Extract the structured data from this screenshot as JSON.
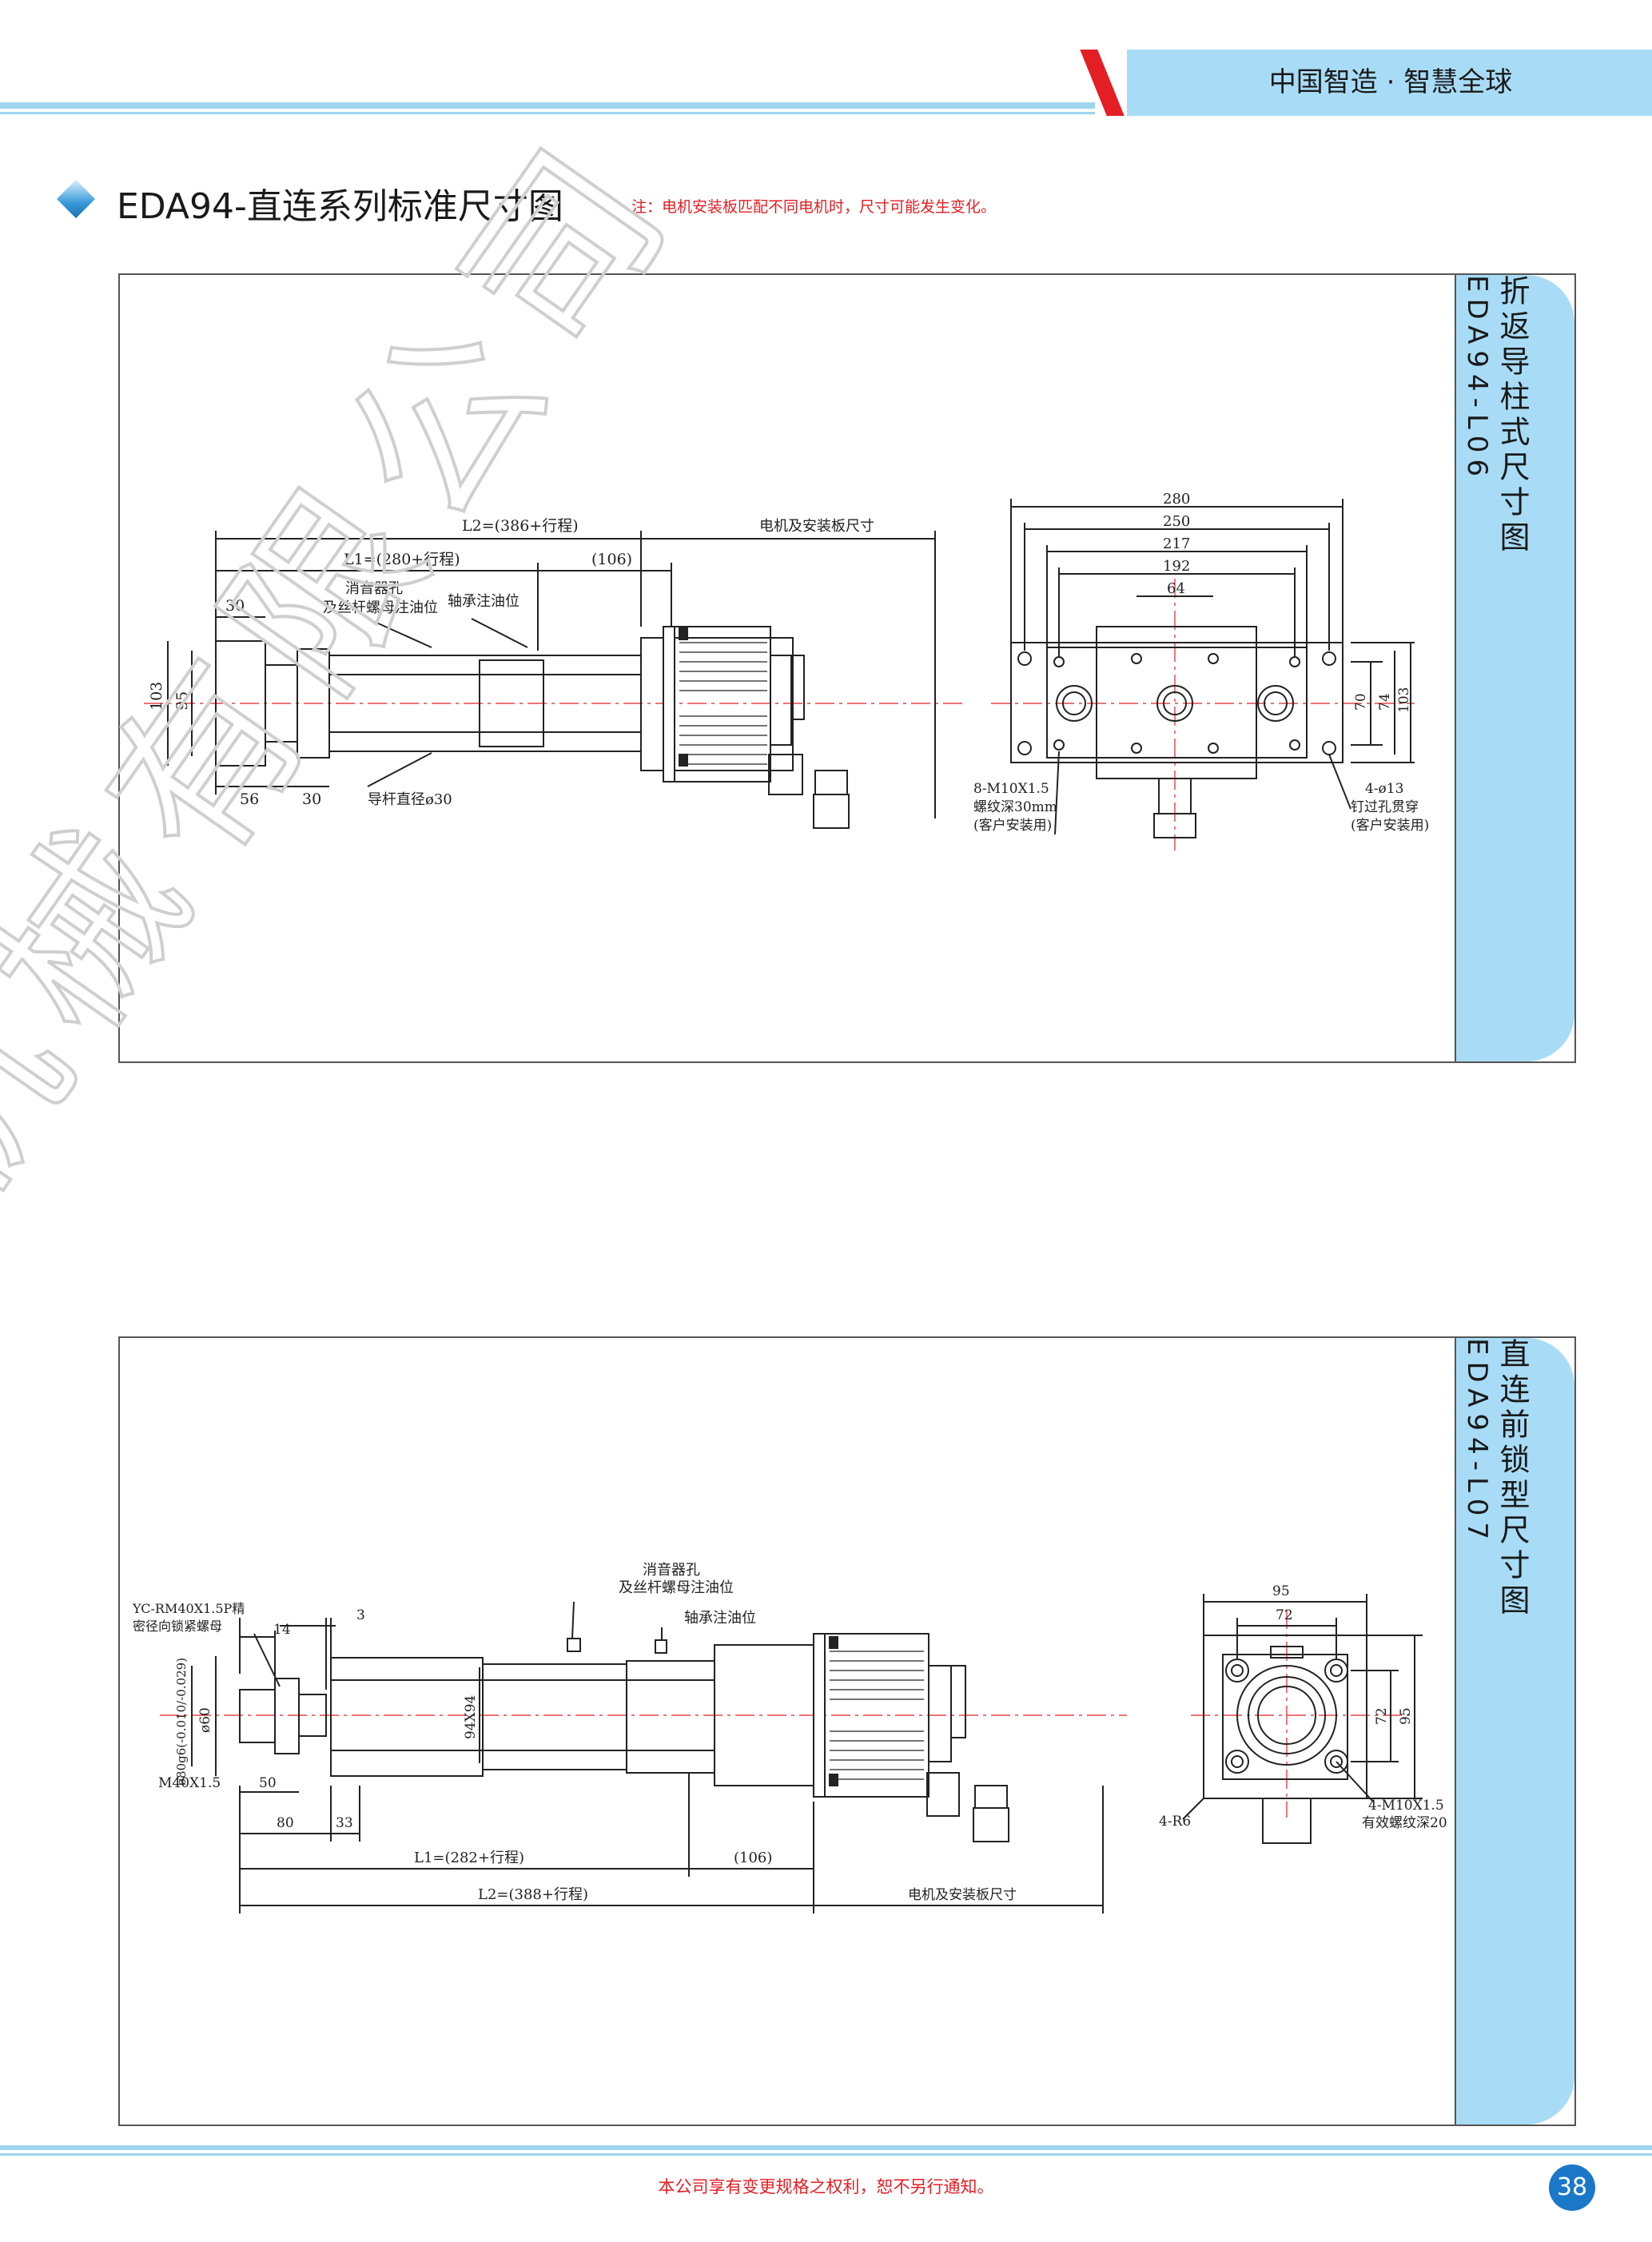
{
  "header": {
    "slogan": "中国智造 · 智慧全球"
  },
  "page_title": "EDA94-直连系列标准尺寸图",
  "note": "注：电机安装板匹配不同电机时，尺寸可能发生变化。",
  "watermark": "机械有限公司",
  "colors": {
    "accent_blue": "#a8dcf6",
    "red": "#e31e24",
    "page_num_bg": "#1b78c8"
  },
  "panel1": {
    "tab_title": "折返导柱式尺寸图",
    "tab_code": "EDA94-L06",
    "side": {
      "L2": "L2=(386+行程)",
      "motor_plate": "电机及安装板尺寸",
      "L1": "L1=(280+行程)",
      "d106": "(106)",
      "d30_top": "30",
      "muffler": "消音器孔",
      "muffler2": "及丝杆螺母注油位",
      "bearing": "轴承注油位",
      "d103": "103",
      "d95": "95",
      "d56": "56",
      "d30_bot": "30",
      "guide": "导杆直径ø30"
    },
    "front": {
      "d280": "280",
      "d250": "250",
      "d217": "217",
      "d192": "192",
      "d64": "64",
      "d70": "70",
      "d74": "74",
      "d103": "103",
      "thread1": "8-M10X1.5",
      "thread2": "螺纹深30mm",
      "thread3": "(客户安装用)",
      "hole1": "4-ø13",
      "hole2": "钉过孔贯穿",
      "hole3": "(客户安装用)"
    }
  },
  "panel2": {
    "tab_title": "直连前锁型尺寸图",
    "tab_code": "EDA94-L07",
    "side": {
      "lock1": "YC-RM40X1.5P精",
      "lock2": "密径向锁紧螺母",
      "d14": "14",
      "d3": "3",
      "muffler": "消音器孔",
      "muffler2": "及丝杆螺母注油位",
      "bearing": "轴承注油位",
      "d80g6": "ø80g6(-0.010/-0.029)",
      "d60": "ø60",
      "sq94": "94X94",
      "m40": "M40X1.5",
      "d50": "50",
      "d80": "80",
      "d33": "33",
      "L1": "L1=(282+行程)",
      "d106": "(106)",
      "L2": "L2=(388+行程)",
      "motor_plate": "电机及安装板尺寸"
    },
    "front": {
      "d95": "95",
      "d72": "72",
      "d72v": "72",
      "d95v": "95",
      "r6": "4-R6",
      "thread1": "4-M10X1.5",
      "thread2": "有效螺纹深20"
    }
  },
  "footer": {
    "note": "本公司享有变更规格之权利，恕不另行通知。",
    "page_number": "38"
  }
}
